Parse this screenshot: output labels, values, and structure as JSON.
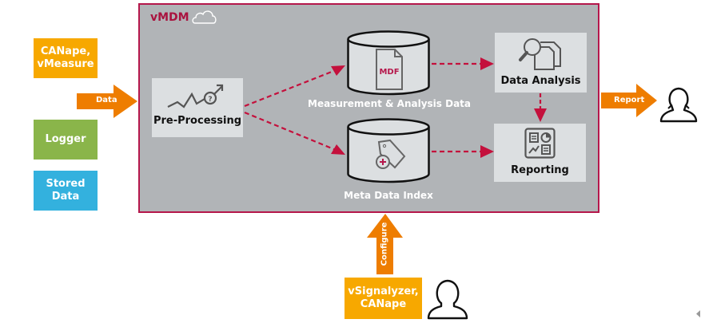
{
  "sources": {
    "canape": {
      "label": "CANape,\nvMeasure",
      "color": "#f7a800"
    },
    "logger": {
      "label": "Logger",
      "color": "#8ab54a"
    },
    "stored": {
      "label": "Stored\nData",
      "color": "#33b1de"
    }
  },
  "arrows": {
    "data": "Data",
    "report": "Report",
    "configure": "Configure",
    "arrow_color": "#ee7d00"
  },
  "vmdm": {
    "title": "vMDM",
    "title_icon": "cloud-icon",
    "border_color": "#b5174b",
    "flow_color": "#c4103c",
    "pre_processing": {
      "label": "Pre-Processing",
      "icon": "trend-question-icon"
    },
    "measurement_db": {
      "label": "Measurement & Analysis Data",
      "icon": "mdf-file-icon",
      "file_text": "MDF"
    },
    "meta_db": {
      "label": "Meta Data Index",
      "icon": "tag-plus-icon"
    },
    "data_analysis": {
      "label": "Data Analysis",
      "icon": "magnifier-documents-icon"
    },
    "reporting": {
      "label": "Reporting",
      "icon": "dashboard-icon"
    }
  },
  "configurator": {
    "label": "vSignalyzer,\nCANape",
    "color": "#f7a800"
  },
  "users": {
    "report_user": "user-female-icon",
    "config_user": "user-icon"
  }
}
